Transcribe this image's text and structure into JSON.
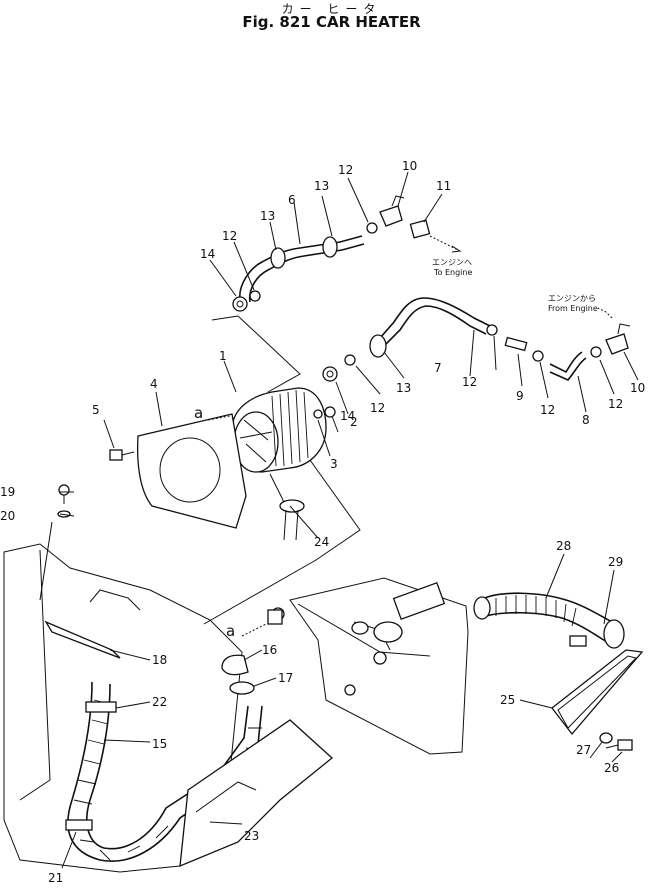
{
  "figure": {
    "title_jp": "カー ヒータ",
    "title_en": "Fig. 821  CAR  HEATER"
  },
  "notes": {
    "to_engine_jp": "エンジンへ",
    "to_engine_en": "To  Engine",
    "from_engine_jp": "エンジンから",
    "from_engine_en": "From  Engine"
  },
  "ref_marks": [
    "a",
    "a"
  ],
  "callouts": [
    "1",
    "2",
    "3",
    "4",
    "5",
    "6",
    "7",
    "8",
    "9",
    "10",
    "10",
    "11",
    "12",
    "12",
    "12",
    "12",
    "12",
    "12",
    "13",
    "13",
    "13",
    "14",
    "14",
    "15",
    "16",
    "17",
    "18",
    "19",
    "20",
    "21",
    "22",
    "23",
    "24",
    "25",
    "26",
    "27",
    "28",
    "29"
  ]
}
